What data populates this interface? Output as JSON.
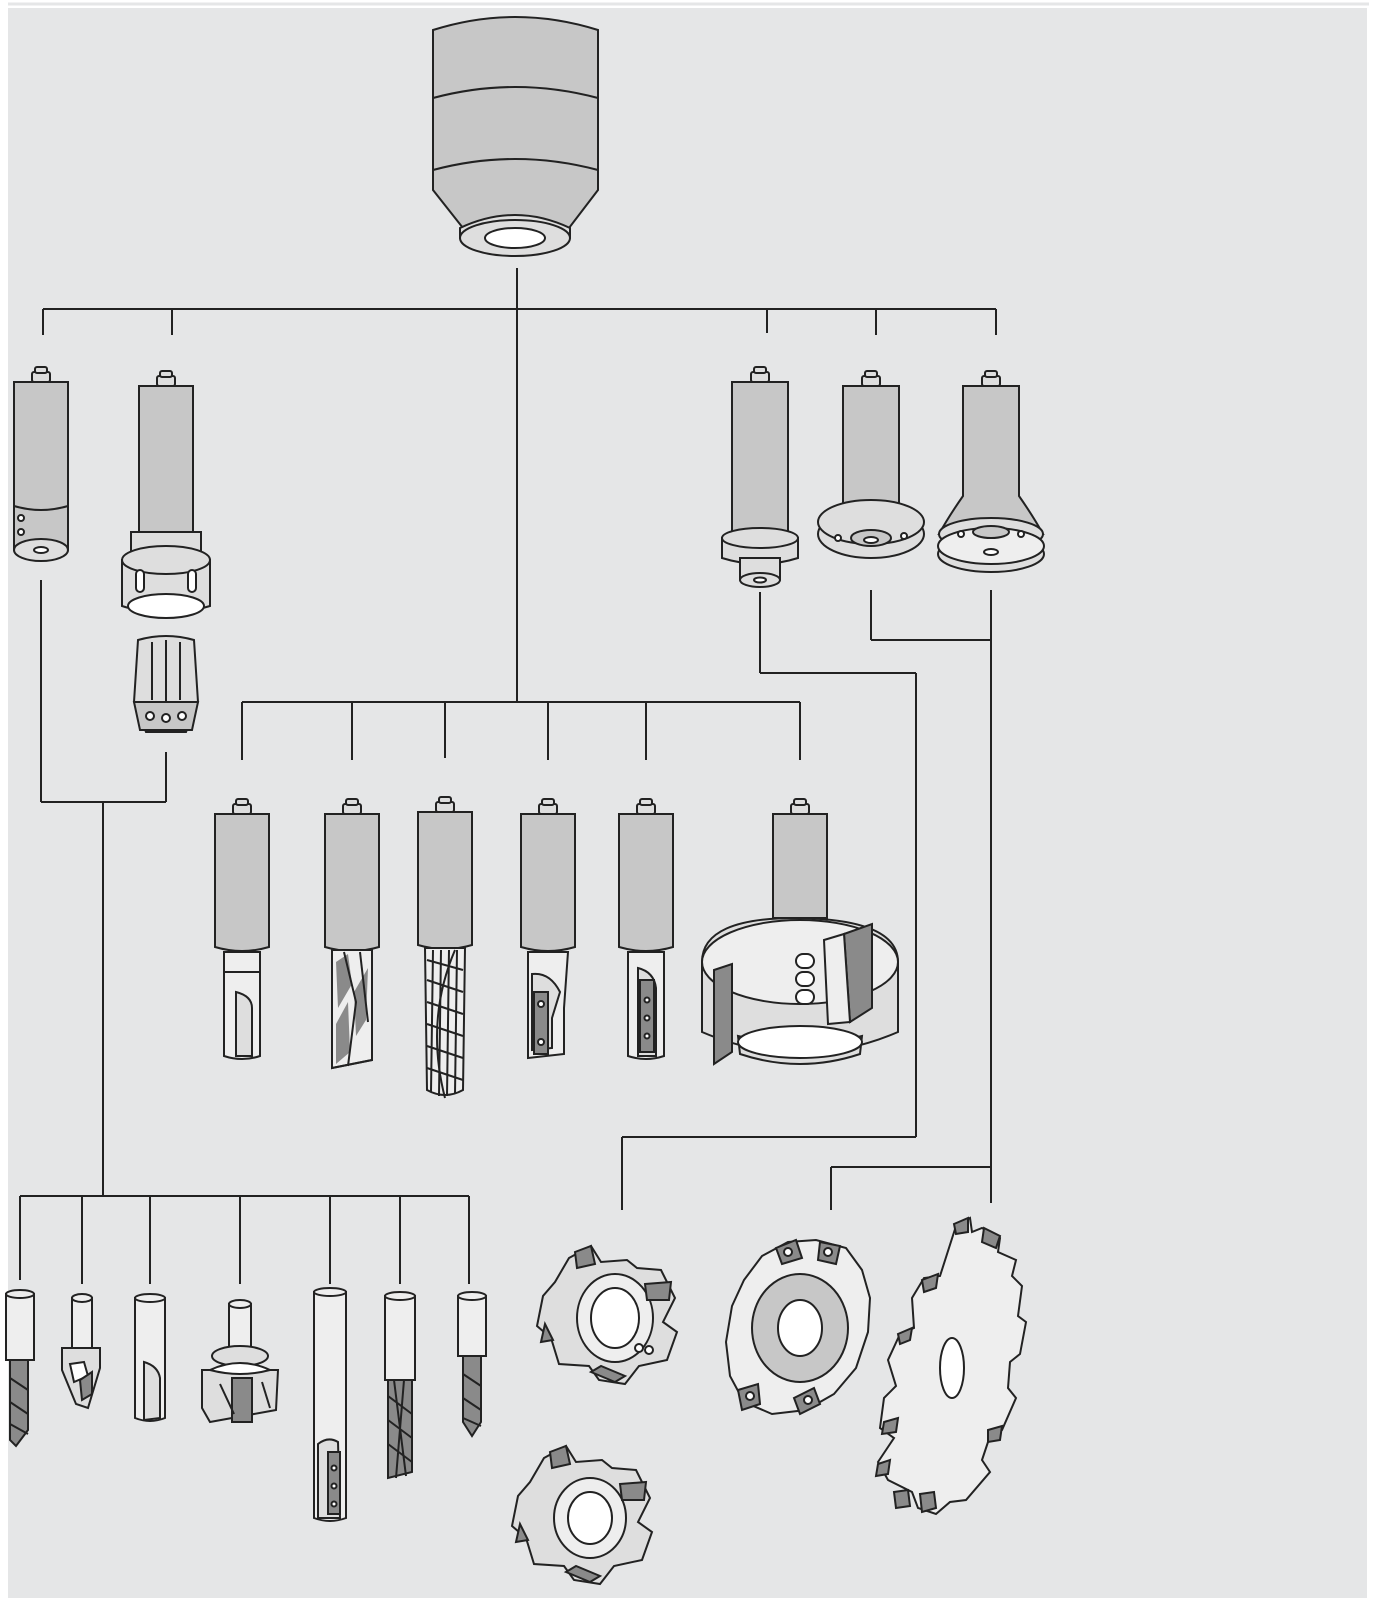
{
  "colors": {
    "panel_background": "#e5e6e7",
    "line": "#222222",
    "tool_body": "#c7c7c7",
    "tool_light": "#dedede",
    "insert_dark": "#8a8a8a"
  },
  "nodes": [
    {
      "id": "spindle",
      "icon": "spindle-nose-icon"
    },
    {
      "id": "shank-adapter",
      "icon": "shank-adapter-icon"
    },
    {
      "id": "collet-chuck",
      "icon": "collet-chuck-icon"
    },
    {
      "id": "collet",
      "icon": "collet-icon"
    },
    {
      "id": "arbor-small",
      "icon": "arbor-small-icon"
    },
    {
      "id": "arbor-flange",
      "icon": "arbor-flange-icon"
    },
    {
      "id": "arbor-saw",
      "icon": "arbor-saw-icon"
    },
    {
      "id": "router-insert",
      "icon": "insert-router-bit-icon"
    },
    {
      "id": "router-spiral",
      "icon": "spiral-router-bit-icon"
    },
    {
      "id": "router-rougher",
      "icon": "roughing-router-bit-icon"
    },
    {
      "id": "router-profile",
      "icon": "profile-router-bit-icon"
    },
    {
      "id": "router-straight",
      "icon": "straight-router-bit-icon"
    },
    {
      "id": "face-cutter",
      "icon": "face-cutter-icon"
    },
    {
      "id": "drill-1",
      "icon": "drill-bit-icon"
    },
    {
      "id": "countersink",
      "icon": "countersink-bit-icon"
    },
    {
      "id": "straight-bit",
      "icon": "straight-bit-icon"
    },
    {
      "id": "hinge-bit",
      "icon": "hinge-boring-bit-icon"
    },
    {
      "id": "long-insert-bit",
      "icon": "long-insert-bit-icon"
    },
    {
      "id": "spiral-bit",
      "icon": "spiral-bit-icon"
    },
    {
      "id": "drill-2",
      "icon": "drill-bit-icon"
    },
    {
      "id": "groove-cutter-1",
      "icon": "groove-cutter-icon"
    },
    {
      "id": "groove-cutter-2",
      "icon": "groove-cutter-icon"
    },
    {
      "id": "disc-cutter",
      "icon": "disc-cutter-icon"
    },
    {
      "id": "saw-blade",
      "icon": "saw-blade-icon"
    }
  ]
}
